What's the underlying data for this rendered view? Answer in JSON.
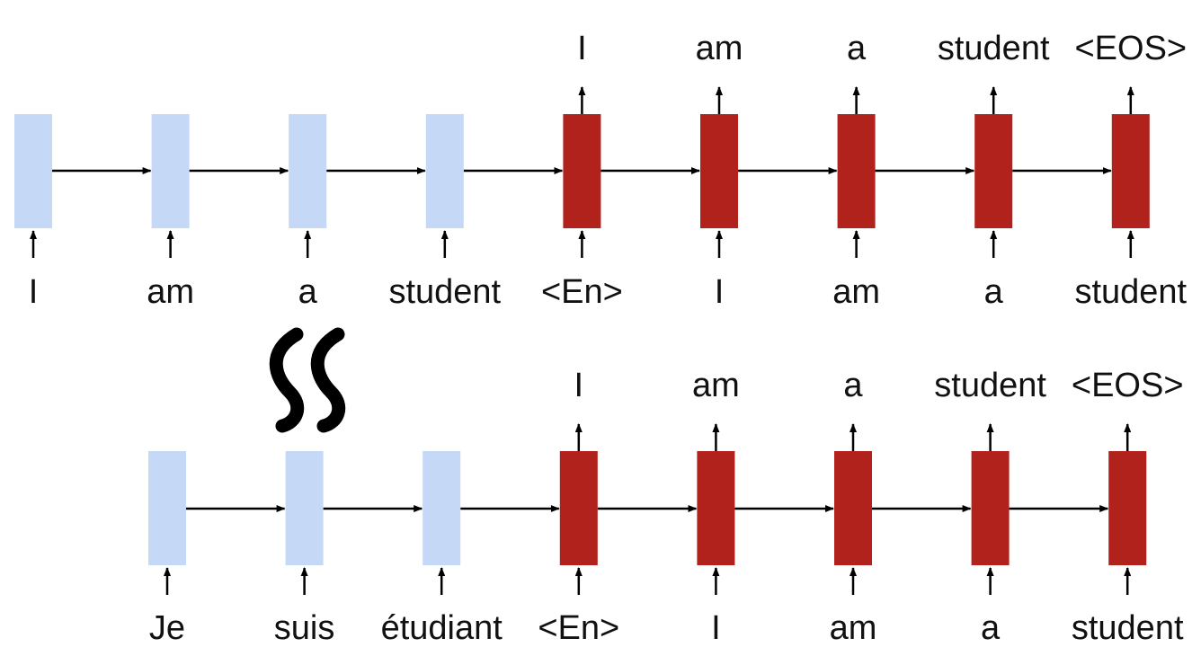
{
  "rows": [
    {
      "encoder_inputs": [
        "I",
        "am",
        "a",
        "student"
      ],
      "decoder_inputs": [
        "<En>",
        "I",
        "am",
        "a",
        "student"
      ],
      "decoder_outputs": [
        "I",
        "am",
        "a",
        "student",
        "<EOS>"
      ]
    },
    {
      "encoder_inputs": [
        "Je",
        "suis",
        "étudiant"
      ],
      "decoder_inputs": [
        "<En>",
        "I",
        "am",
        "a",
        "student"
      ],
      "decoder_outputs": [
        "I",
        "am",
        "a",
        "student",
        "<EOS>"
      ]
    }
  ],
  "colors": {
    "encoder": "#c5d9f7",
    "decoder": "#b0221b",
    "arrow": "#000000"
  }
}
